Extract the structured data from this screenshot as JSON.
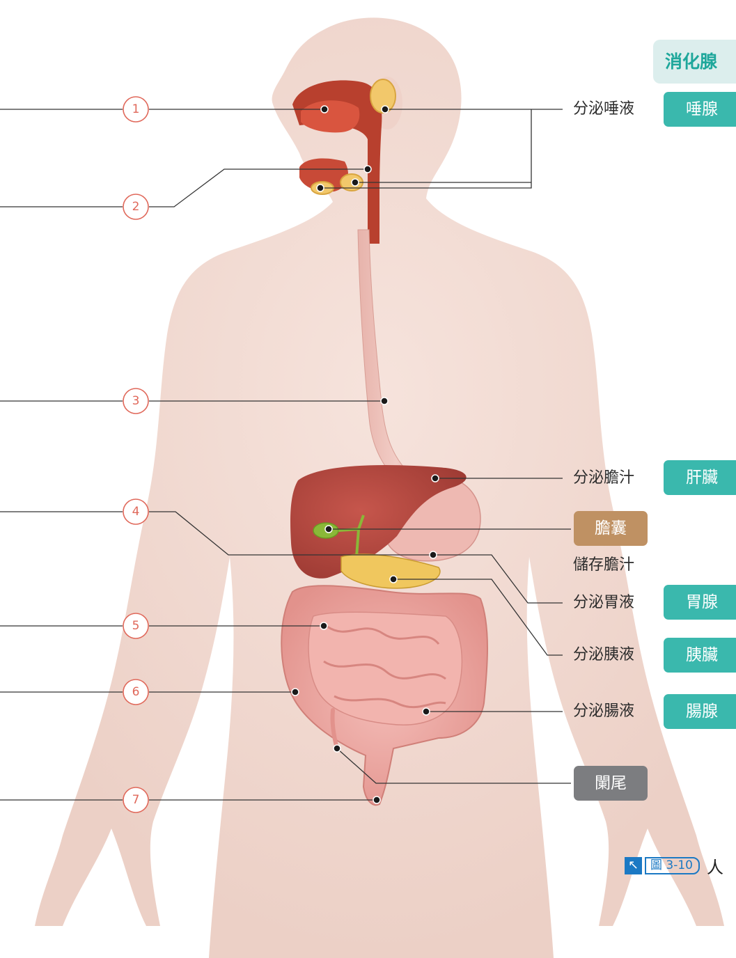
{
  "section_title": "消化腺",
  "numbered_markers": [
    "1",
    "2",
    "3",
    "4",
    "5",
    "6",
    "7"
  ],
  "glands": [
    {
      "name": "唾腺",
      "function": "分泌唾液",
      "color": "#3ab8ad"
    },
    {
      "name": "肝臟",
      "function": "分泌膽汁",
      "color": "#3ab8ad"
    },
    {
      "name": "膽囊",
      "function": "儲存膽汁",
      "color": "#bf9163"
    },
    {
      "name": "胃腺",
      "function": "分泌胃液",
      "color": "#3ab8ad"
    },
    {
      "name": "胰臟",
      "function": "分泌胰液",
      "color": "#3ab8ad"
    },
    {
      "name": "腸腺",
      "function": "分泌腸液",
      "color": "#3ab8ad"
    },
    {
      "name": "闌尾",
      "function": "",
      "color": "#7c7d80"
    }
  ],
  "caption": {
    "figure": "圖 3-10",
    "title": "人"
  },
  "colors": {
    "accent_teal": "#3ab8ad",
    "accent_tan": "#bf9163",
    "accent_gray": "#7c7d80",
    "marker_red": "#e0685a",
    "caption_blue": "#1b79c4"
  }
}
